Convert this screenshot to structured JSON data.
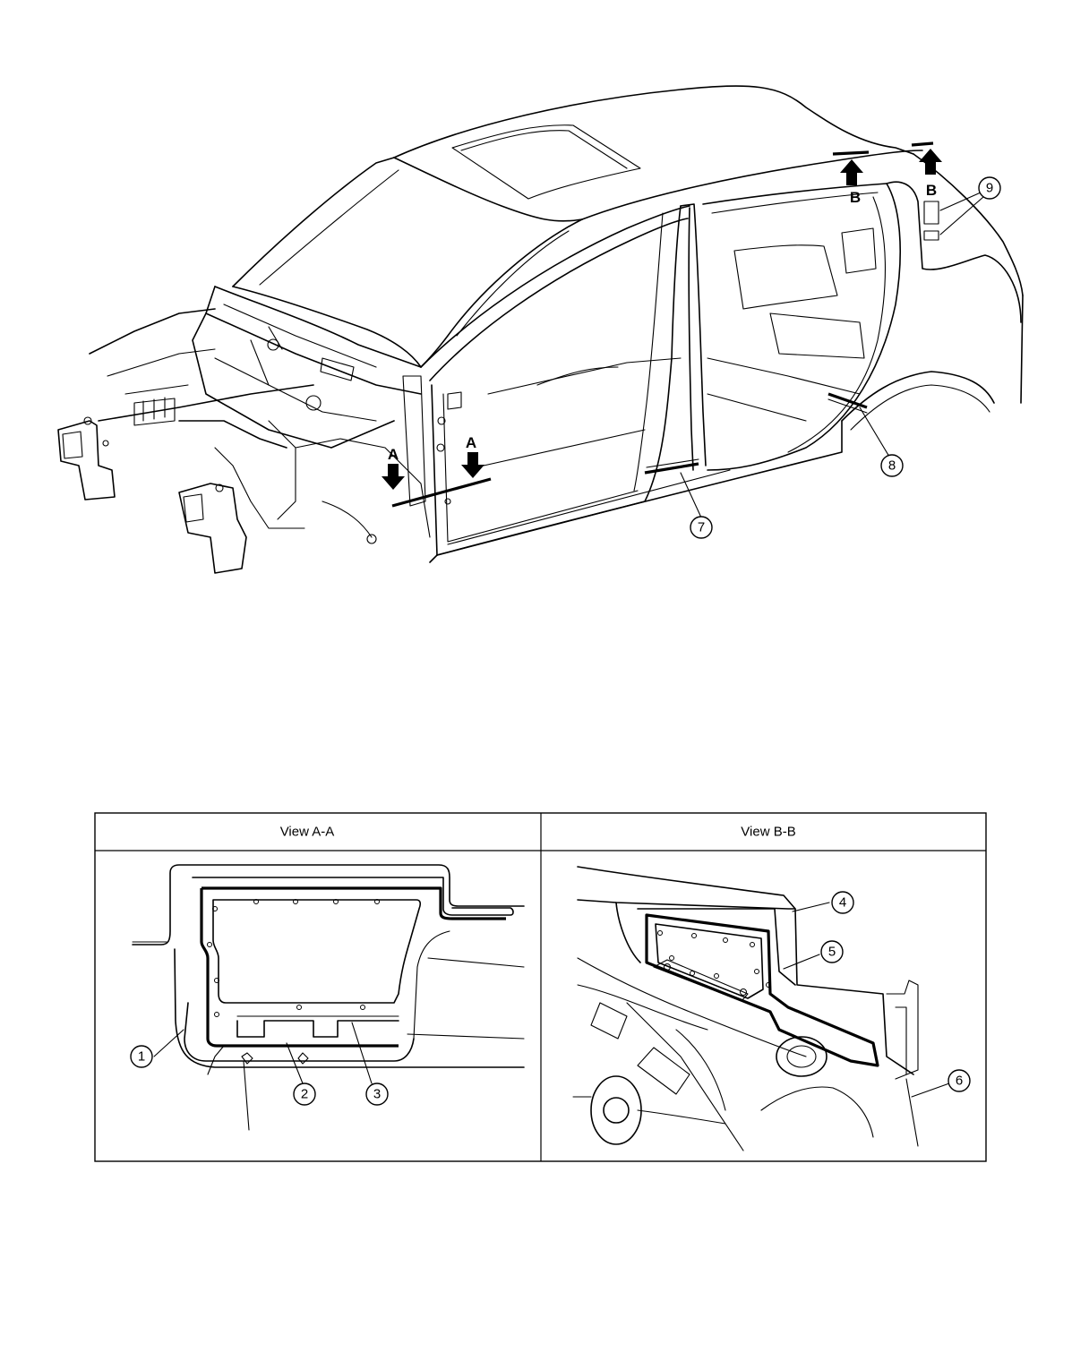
{
  "section_arrows": {
    "a1": "A",
    "a2": "A",
    "b1": "B",
    "b2": "B"
  },
  "callouts": {
    "c1": "1",
    "c2": "2",
    "c3": "3",
    "c4": "4",
    "c5": "5",
    "c6": "6",
    "c7": "7",
    "c8": "8",
    "c9": "9"
  },
  "views": {
    "view_a_title": "View A-A",
    "view_b_title": "View B-B"
  }
}
